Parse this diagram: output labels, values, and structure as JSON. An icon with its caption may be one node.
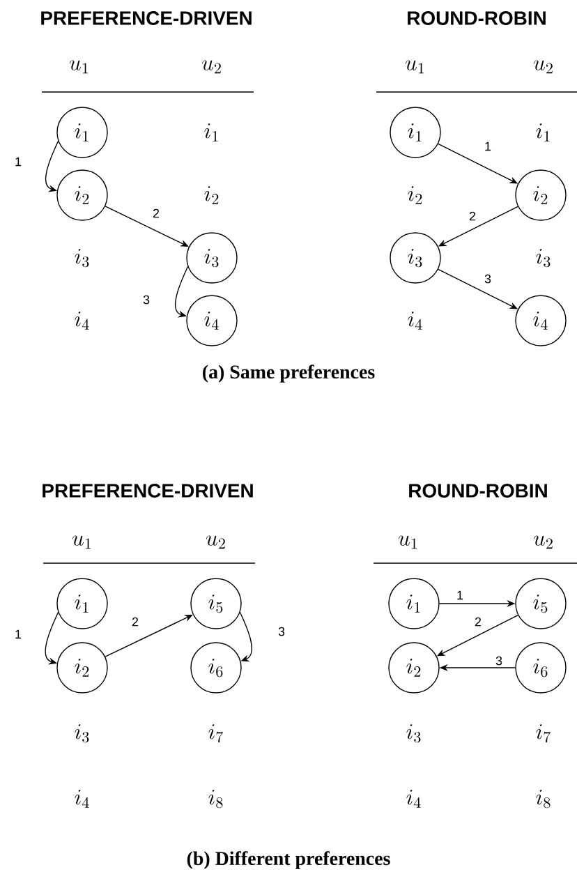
{
  "diagram": {
    "nodes": [
      {
        "text": [
          "i_1"
        ]
      },
      {
        "text": [
          "i_2"
        ]
      },
      {
        "text": [
          "i_3"
        ]
      },
      {
        "text": [
          "i_4"
        ]
      },
      {
        "text": [
          "i_1"
        ]
      },
      {
        "text": [
          "i_2"
        ]
      },
      {
        "text": [
          "i_3"
        ]
      },
      {
        "text": [
          "i_4"
        ]
      },
      {
        "text": [
          "i_1"
        ]
      },
      {
        "text": [
          "i_2"
        ]
      },
      {
        "text": [
          "i_5"
        ]
      },
      {
        "text": [
          "i_6"
        ]
      },
      {
        "text": [
          "i_1"
        ]
      },
      {
        "text": [
          "i_5"
        ]
      },
      {
        "text": [
          "i_2"
        ]
      },
      {
        "text": [
          "i_6"
        ]
      }
    ],
    "edges": [
      {
        "from": 0,
        "to": 1,
        "arrow": "to",
        "label": "1"
      },
      {
        "from": 1,
        "to": 2,
        "arrow": "to",
        "label": "2"
      },
      {
        "from": 2,
        "to": 3,
        "arrow": "to",
        "label": "3"
      },
      {
        "from": 4,
        "to": 5,
        "arrow": "to",
        "label": "1"
      },
      {
        "from": 5,
        "to": 6,
        "arrow": "to",
        "label": "2"
      },
      {
        "from": 6,
        "to": 7,
        "arrow": "to",
        "label": "3"
      },
      {
        "from": 8,
        "to": 9,
        "arrow": "to",
        "label": "1"
      },
      {
        "from": 9,
        "to": 10,
        "arrow": "to",
        "label": "2"
      },
      {
        "from": 10,
        "to": 11,
        "arrow": "to",
        "label": "3"
      },
      {
        "from": 12,
        "to": 13,
        "arrow": "to",
        "label": "1"
      },
      {
        "from": 13,
        "to": 14,
        "arrow": "to",
        "label": "2"
      },
      {
        "from": 15,
        "to": 14,
        "arrow": "to",
        "label": "3"
      }
    ],
    "labels": [
      "PREFERENCE-DRIVEN",
      "u_1",
      "u_2",
      "i_1",
      "i_2",
      "i_3",
      "i_4",
      "ROUND-ROBIN",
      "u_1",
      "u_2",
      "i_1",
      "i_2",
      "i_3",
      "i_4",
      "(a) Same preferences",
      "PREFERENCE-DRIVEN",
      "u_1",
      "u_2",
      "i_3",
      "i_7",
      "i_4",
      "i_8",
      "ROUND-ROBIN",
      "u_1",
      "u_2",
      "i_3",
      "i_7",
      "i_4",
      "i_8",
      "(b) Different preferences"
    ]
  }
}
